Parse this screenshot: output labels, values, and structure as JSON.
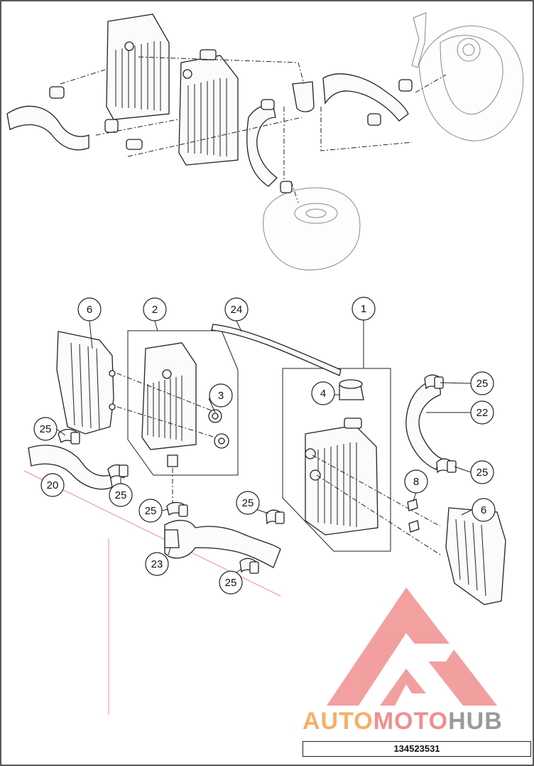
{
  "diagram": {
    "callouts": [
      {
        "id": "c1",
        "label": "1"
      },
      {
        "id": "c2",
        "label": "2"
      },
      {
        "id": "c3",
        "label": "3"
      },
      {
        "id": "c4",
        "label": "4"
      },
      {
        "id": "c6a",
        "label": "6"
      },
      {
        "id": "c6b",
        "label": "6"
      },
      {
        "id": "c8",
        "label": "8"
      },
      {
        "id": "c20",
        "label": "20"
      },
      {
        "id": "c22",
        "label": "22"
      },
      {
        "id": "c23",
        "label": "23"
      },
      {
        "id": "c24",
        "label": "24"
      },
      {
        "id": "c25a",
        "label": "25"
      },
      {
        "id": "c25b",
        "label": "25"
      },
      {
        "id": "c25c",
        "label": "25"
      },
      {
        "id": "c25d",
        "label": "25"
      },
      {
        "id": "c25e",
        "label": "25"
      },
      {
        "id": "c25f",
        "label": "25"
      },
      {
        "id": "c25g",
        "label": "25"
      }
    ],
    "part_number": "134523531"
  },
  "watermark": {
    "part1": "AUTO",
    "part2": "MOTO",
    "part3": "HUB",
    "colors": {
      "auto": "#f3b06a",
      "moto": "#f08f8f",
      "hub": "#9a9a9a",
      "logo": "#f08f8f"
    }
  }
}
